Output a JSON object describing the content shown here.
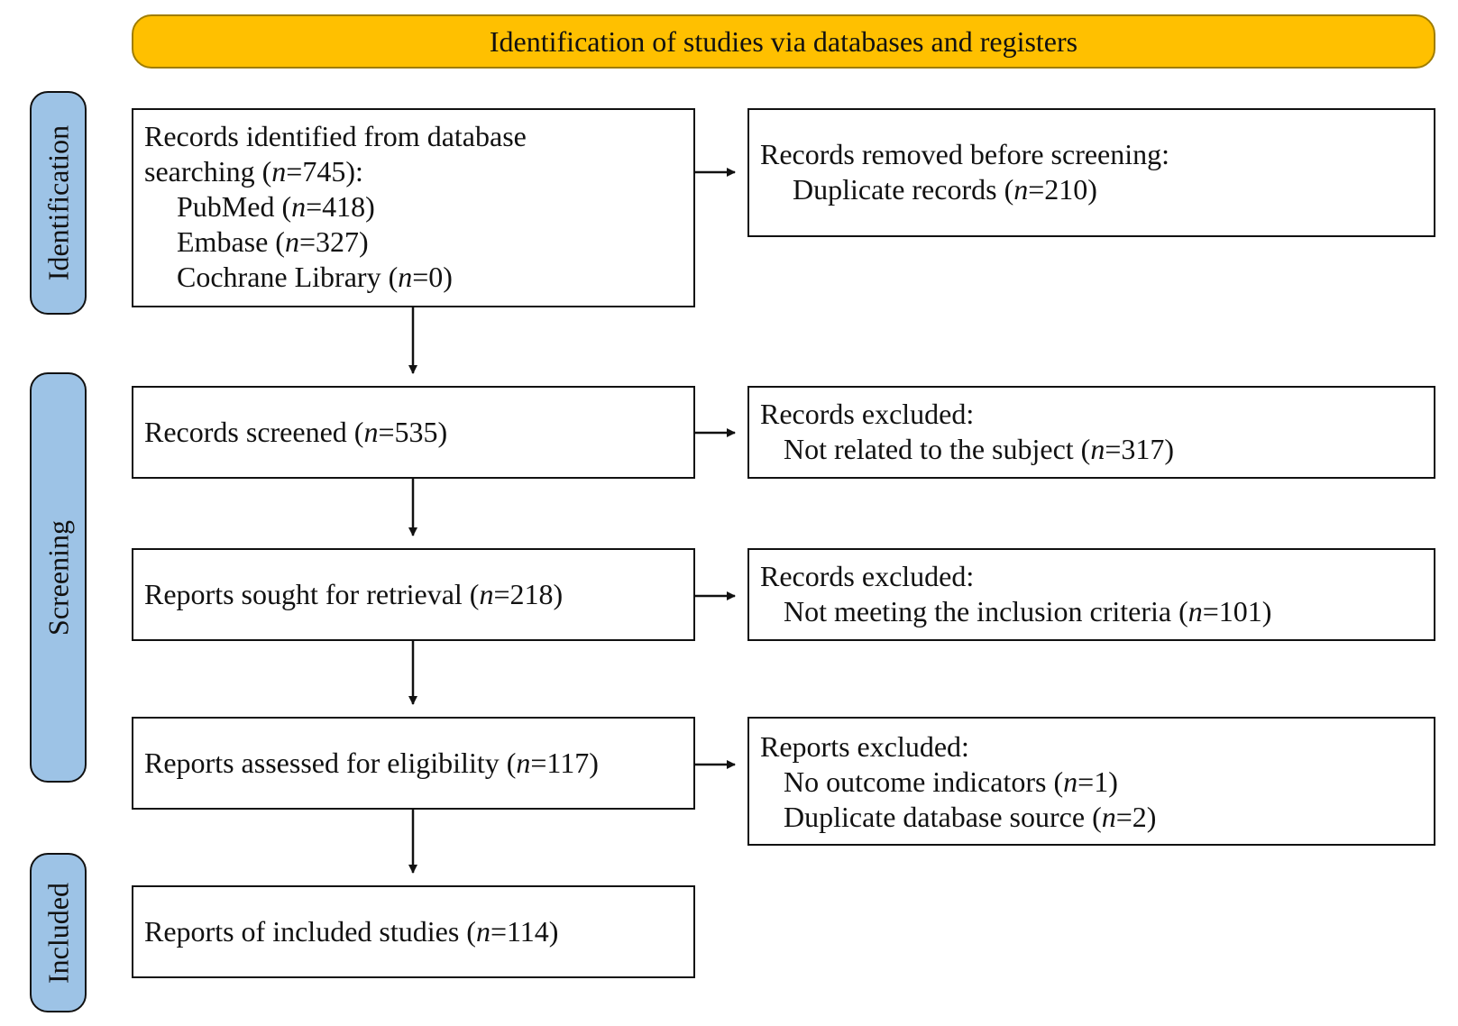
{
  "header": {
    "label": "Identification of studies via databases and registers"
  },
  "phases": {
    "identification": "Identification",
    "screening": "Screening",
    "included": "Included"
  },
  "boxes": {
    "identified": {
      "lines": [
        "Records identified from database",
        "searching (",
        "n",
        "=745):"
      ],
      "line1": "Records identified from database",
      "line2_pre": "searching (",
      "line2_n": "n",
      "line2_post": "=745):",
      "sources": [
        {
          "pre": "PubMed (",
          "n": "n",
          "post": "=418)"
        },
        {
          "pre": "Embase (",
          "n": "n",
          "post": "=327)"
        },
        {
          "pre": "Cochrane Library (",
          "n": "n",
          "post": "=0)"
        }
      ]
    },
    "removed": {
      "title": "Records removed before screening:",
      "item_pre": "Duplicate records (",
      "item_n": "n",
      "item_post": "=210)"
    },
    "screened": {
      "pre": "Records screened (",
      "n": "n",
      "post": "=535)"
    },
    "excluded1": {
      "title": "Records excluded:",
      "item_pre": "Not related to the subject (",
      "item_n": "n",
      "item_post": "=317)"
    },
    "sought": {
      "pre": "Reports sought for retrieval (",
      "n": "n",
      "post": "=218)"
    },
    "excluded2": {
      "title": "Records excluded:",
      "item_pre": "Not meeting the inclusion criteria (",
      "item_n": "n",
      "item_post": "=101)"
    },
    "assessed": {
      "pre": "Reports assessed for eligibility (",
      "n": "n",
      "post": "=117)"
    },
    "excluded3": {
      "title": "Reports excluded:",
      "items": [
        {
          "pre": "No outcome indicators (",
          "n": "n",
          "post": "=1)"
        },
        {
          "pre": "Duplicate database source (",
          "n": "n",
          "post": "=2)"
        }
      ]
    },
    "included": {
      "pre": "Reports of included studies (",
      "n": "n",
      "post": "=114)"
    }
  },
  "colors": {
    "header_fill": "#ffc000",
    "phase_fill": "#9dc3e6",
    "stroke": "#111111"
  }
}
